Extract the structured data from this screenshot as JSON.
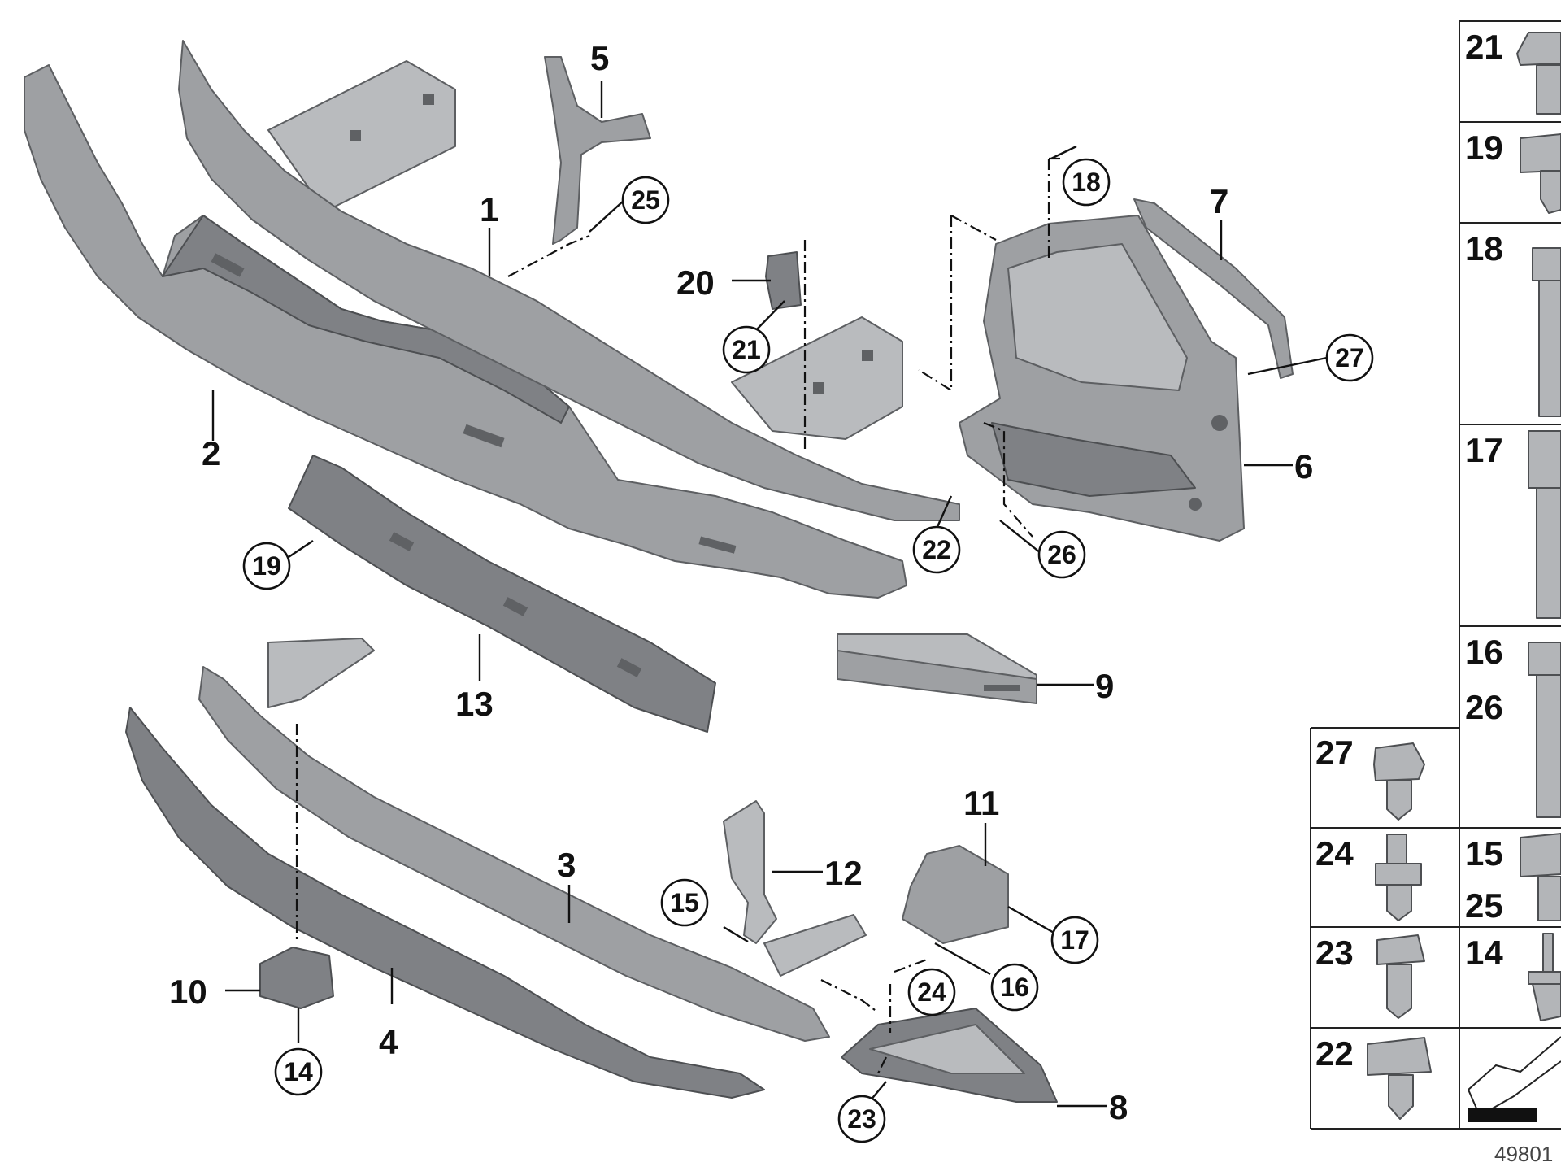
{
  "part_labels": [
    {
      "id": "p1",
      "text": "1"
    },
    {
      "id": "p2",
      "text": "2"
    },
    {
      "id": "p3",
      "text": "3"
    },
    {
      "id": "p4",
      "text": "4"
    },
    {
      "id": "p5",
      "text": "5"
    },
    {
      "id": "p6",
      "text": "6"
    },
    {
      "id": "p7",
      "text": "7"
    },
    {
      "id": "p8",
      "text": "8"
    },
    {
      "id": "p9",
      "text": "9"
    },
    {
      "id": "p10",
      "text": "10"
    },
    {
      "id": "p11",
      "text": "11"
    },
    {
      "id": "p12",
      "text": "12"
    },
    {
      "id": "p13",
      "text": "13"
    },
    {
      "id": "p20",
      "text": "20"
    }
  ],
  "circled_labels": [
    {
      "id": "c25",
      "text": "25"
    },
    {
      "id": "c18",
      "text": "18"
    },
    {
      "id": "c21",
      "text": "21"
    },
    {
      "id": "c27",
      "text": "27"
    },
    {
      "id": "c22",
      "text": "22"
    },
    {
      "id": "c26",
      "text": "26"
    },
    {
      "id": "c19",
      "text": "19"
    },
    {
      "id": "c15",
      "text": "15"
    },
    {
      "id": "c17",
      "text": "17"
    },
    {
      "id": "c16",
      "text": "16"
    },
    {
      "id": "c24",
      "text": "24"
    },
    {
      "id": "c14",
      "text": "14"
    },
    {
      "id": "c23",
      "text": "23"
    }
  ],
  "fastener_table": {
    "right_column": [
      {
        "id": "r21",
        "labels": [
          "21"
        ]
      },
      {
        "id": "r19",
        "labels": [
          "19"
        ]
      },
      {
        "id": "r18",
        "labels": [
          "18"
        ]
      },
      {
        "id": "r17",
        "labels": [
          "17"
        ]
      },
      {
        "id": "r16",
        "labels": [
          "16",
          "26"
        ]
      },
      {
        "id": "r15",
        "labels": [
          "15",
          "25"
        ]
      },
      {
        "id": "r14",
        "labels": [
          "14"
        ]
      }
    ],
    "left_column": [
      {
        "id": "l27",
        "labels": [
          "27"
        ]
      },
      {
        "id": "l24",
        "labels": [
          "24"
        ]
      },
      {
        "id": "l23",
        "labels": [
          "23"
        ]
      },
      {
        "id": "l22",
        "labels": [
          "22"
        ]
      }
    ]
  },
  "reference_number": "49801",
  "colors": {
    "part_fill": "#9ea0a3",
    "part_stroke": "#5d5f62",
    "line": "#111111",
    "background": "#ffffff"
  }
}
